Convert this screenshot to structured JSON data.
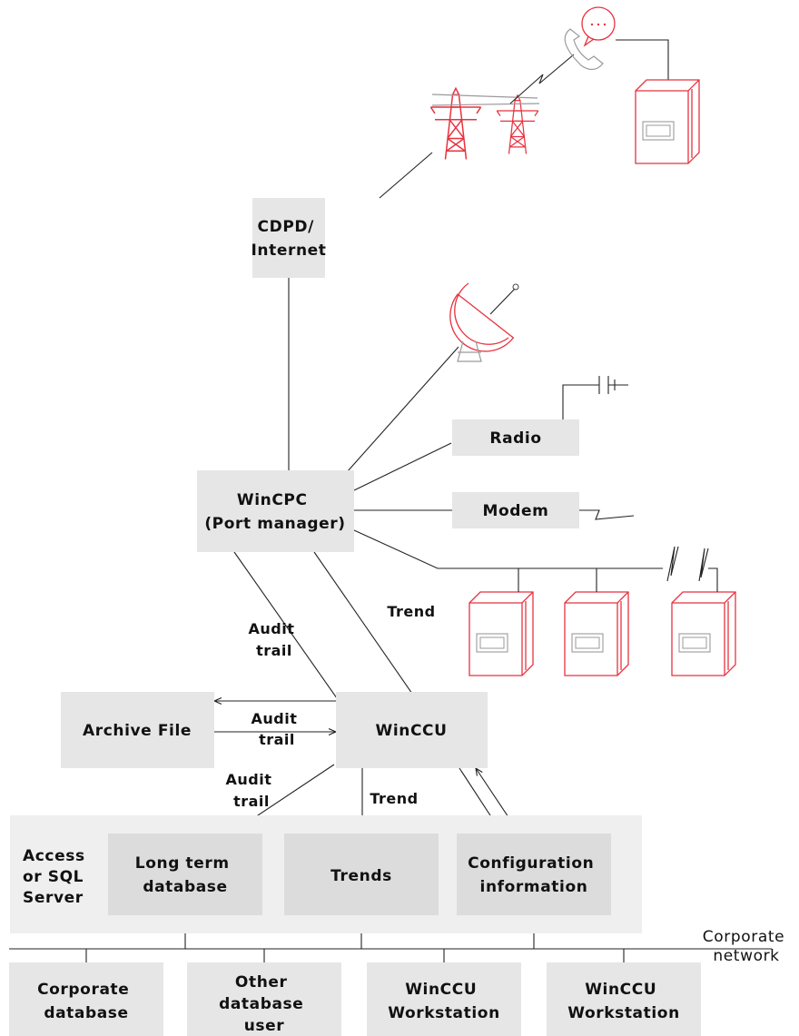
{
  "nodes": {
    "cdpd": [
      "CDPD/",
      "Internet"
    ],
    "radio": [
      "Radio"
    ],
    "modem": [
      "Modem"
    ],
    "wincpc": [
      "WinCPC",
      "(Port manager)"
    ],
    "archive": [
      "Archive File"
    ],
    "winccu": [
      "WinCCU"
    ],
    "server_group": [
      "Access",
      "or SQL",
      "Server"
    ],
    "longterm": [
      "Long term",
      "database"
    ],
    "trends": [
      "Trends"
    ],
    "config": [
      "Configuration",
      "information"
    ],
    "corp_db": [
      "Corporate",
      "database"
    ],
    "other_db": [
      "Other",
      "database",
      "user"
    ],
    "ws1": [
      "WinCCU",
      "Workstation"
    ],
    "ws2": [
      "WinCCU",
      "Workstation"
    ]
  },
  "edge_labels": {
    "cpc_audit": [
      "Audit",
      "trail"
    ],
    "cpc_trend": [
      "Trend"
    ],
    "archive_audit": [
      "Audit",
      "trail"
    ],
    "ccu_audit": [
      "Audit",
      "trail"
    ],
    "ccu_trend": [
      "Trend"
    ]
  },
  "network_label": [
    "Corporate",
    "network"
  ],
  "icons": [
    "transmission-tower-icon",
    "phone-speech-icon",
    "flow-computer-icon",
    "satellite-dish-icon",
    "antenna-icon"
  ],
  "colors": {
    "box_fill": "#e6e6e6",
    "group_fill": "#efefef",
    "inner_box_fill": "#dcdcdc",
    "accent": "#e8323f"
  }
}
